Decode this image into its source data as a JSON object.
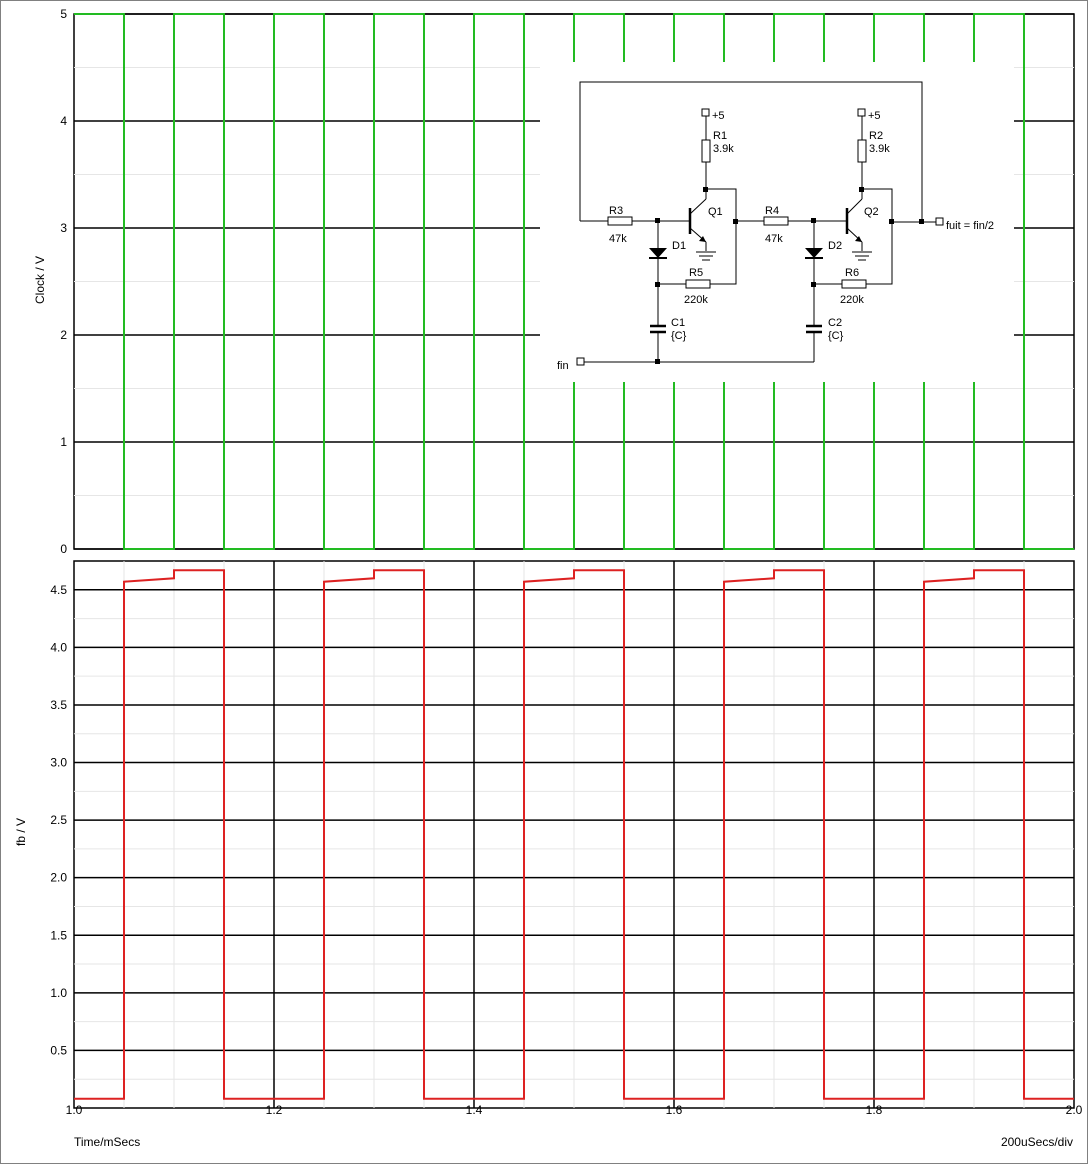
{
  "chart_data": [
    {
      "type": "line",
      "ylabel": "Clock / V",
      "ylim": [
        0,
        5
      ],
      "yticks": [
        0,
        1,
        2,
        3,
        4,
        5
      ],
      "ytick_labels": [
        "0",
        "1",
        "2",
        "3",
        "4",
        "5"
      ],
      "xlim": [
        1.0,
        2.0
      ],
      "grid": true,
      "color": "#22bb22",
      "series": [
        {
          "x": [
            1.0,
            1.05,
            1.05,
            1.1,
            1.1,
            1.15,
            1.15,
            1.2,
            1.2,
            1.25,
            1.25,
            1.3,
            1.3,
            1.35,
            1.35,
            1.4,
            1.4,
            1.45,
            1.45,
            1.5,
            1.5,
            1.55,
            1.55,
            1.6,
            1.6,
            1.65,
            1.65,
            1.7,
            1.7,
            1.75,
            1.75,
            1.8,
            1.8,
            1.85,
            1.85,
            1.9,
            1.9,
            1.95,
            1.95,
            2.0
          ],
          "y": [
            5,
            5,
            0,
            0,
            5,
            5,
            0,
            0,
            5,
            5,
            0,
            0,
            5,
            5,
            0,
            0,
            5,
            5,
            0,
            0,
            5,
            5,
            0,
            0,
            5,
            5,
            0,
            0,
            5,
            5,
            0,
            0,
            5,
            5,
            0,
            0,
            5,
            5,
            0,
            0
          ]
        }
      ]
    },
    {
      "type": "line",
      "ylabel": "fb / V",
      "xlabel": "Time/mSecs",
      "ylim": [
        0.0,
        4.75
      ],
      "yticks": [
        0.5,
        1.0,
        1.5,
        2.0,
        2.5,
        3.0,
        3.5,
        4.0,
        4.5
      ],
      "ytick_labels": [
        "0.5",
        "1.0",
        "1.5",
        "2.0",
        "2.5",
        "3.0",
        "3.5",
        "4.0",
        "4.5"
      ],
      "xlim": [
        1.0,
        2.0
      ],
      "xticks": [
        1.0,
        1.2,
        1.4,
        1.6,
        1.8,
        2.0
      ],
      "xtick_labels": [
        "1.0",
        "1.2",
        "1.4",
        "1.6",
        "1.8",
        "2.0"
      ],
      "grid": true,
      "color": "#dd2222",
      "series": [
        {
          "x": [
            1.0,
            1.05,
            1.05,
            1.1,
            1.1,
            1.15,
            1.15,
            1.25,
            1.25,
            1.3,
            1.3,
            1.35,
            1.35,
            1.45,
            1.45,
            1.5,
            1.5,
            1.55,
            1.55,
            1.65,
            1.65,
            1.7,
            1.7,
            1.75,
            1.75,
            1.85,
            1.85,
            1.9,
            1.9,
            1.95,
            1.95,
            2.0
          ],
          "y": [
            0.08,
            0.08,
            4.57,
            4.6,
            4.67,
            4.67,
            0.08,
            0.08,
            4.57,
            4.6,
            4.67,
            4.67,
            0.08,
            0.08,
            4.57,
            4.6,
            4.67,
            4.67,
            0.08,
            0.08,
            4.57,
            4.6,
            4.67,
            4.67,
            0.08,
            0.08,
            4.57,
            4.6,
            4.67,
            4.67,
            0.08,
            0.08
          ]
        }
      ]
    }
  ],
  "footer": {
    "time_label": "Time/mSecs",
    "scale_label": "200uSecs/div"
  },
  "schematic": {
    "labels": {
      "r1": "R1",
      "r1v": "3.9k",
      "r2": "R2",
      "r2v": "3.9k",
      "r3": "R3",
      "r3v": "47k",
      "r4": "R4",
      "r4v": "47k",
      "r5": "R5",
      "r5v": "220k",
      "r6": "R6",
      "r6v": "220k",
      "c1": "C1",
      "c1v": "{C}",
      "c2": "C2",
      "c2v": "{C}",
      "d1": "D1",
      "d2": "D2",
      "q1": "Q1",
      "q2": "Q2",
      "vcc1": "+5",
      "vcc2": "+5",
      "fin": "fin",
      "fuit": "fuit = fin/2"
    }
  }
}
